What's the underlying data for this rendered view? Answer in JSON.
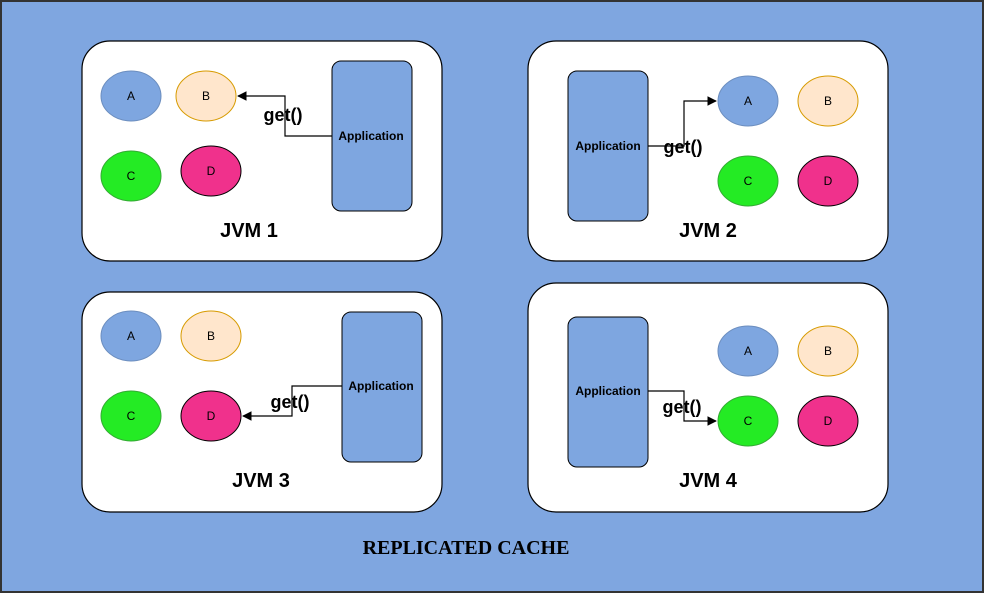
{
  "diagram": {
    "caption": "REPLICATED CACHE",
    "colors": {
      "background": "#7fa6e0",
      "panel": "#ffffff",
      "application": "#7ea6e0",
      "a": "#7ea6e0",
      "b": "#ffe6cc",
      "b_border": "#d79b00",
      "c": "#24eb24",
      "d": "#f0318c"
    },
    "panels": [
      {
        "name": "JVM 1",
        "application": "Application",
        "call": "get()",
        "nodes": [
          "A",
          "B",
          "C",
          "D"
        ],
        "target": "B"
      },
      {
        "name": "JVM 2",
        "application": "Application",
        "call": "get()",
        "nodes": [
          "A",
          "B",
          "C",
          "D"
        ],
        "target": "A"
      },
      {
        "name": "JVM 3",
        "application": "Application",
        "call": "get()",
        "nodes": [
          "A",
          "B",
          "C",
          "D"
        ],
        "target": "D"
      },
      {
        "name": "JVM 4",
        "application": "Application",
        "call": "get()",
        "nodes": [
          "A",
          "B",
          "C",
          "D"
        ],
        "target": "C"
      }
    ]
  }
}
